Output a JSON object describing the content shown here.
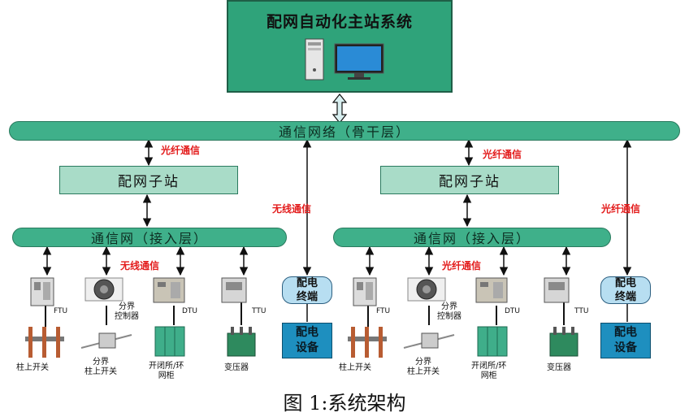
{
  "master_station": {
    "title": "配网自动化主站系统",
    "icons": [
      "computer-tower-icon",
      "monitor-icon"
    ]
  },
  "backbone": {
    "label": "通信网络（骨干层）"
  },
  "links": {
    "fiber": "光纤通信",
    "wireless": "无线通信"
  },
  "substation": {
    "label": "配网子站"
  },
  "access_network": {
    "label": "通信网（接入层）"
  },
  "terminal": {
    "label": "配电\n终端"
  },
  "equipment": {
    "label": "配电\n设备"
  },
  "devices": {
    "ftu": "FTU",
    "boundary_controller": "分界\n控制器",
    "dtu": "DTU",
    "ttu": "TTU",
    "pole_switch": "柱上开关",
    "boundary_pole_switch": "分界\n柱上开关",
    "ring_main_unit": "开闭所/环\n网柜",
    "transformer": "变压器"
  },
  "caption": "图 1:系统架构"
}
